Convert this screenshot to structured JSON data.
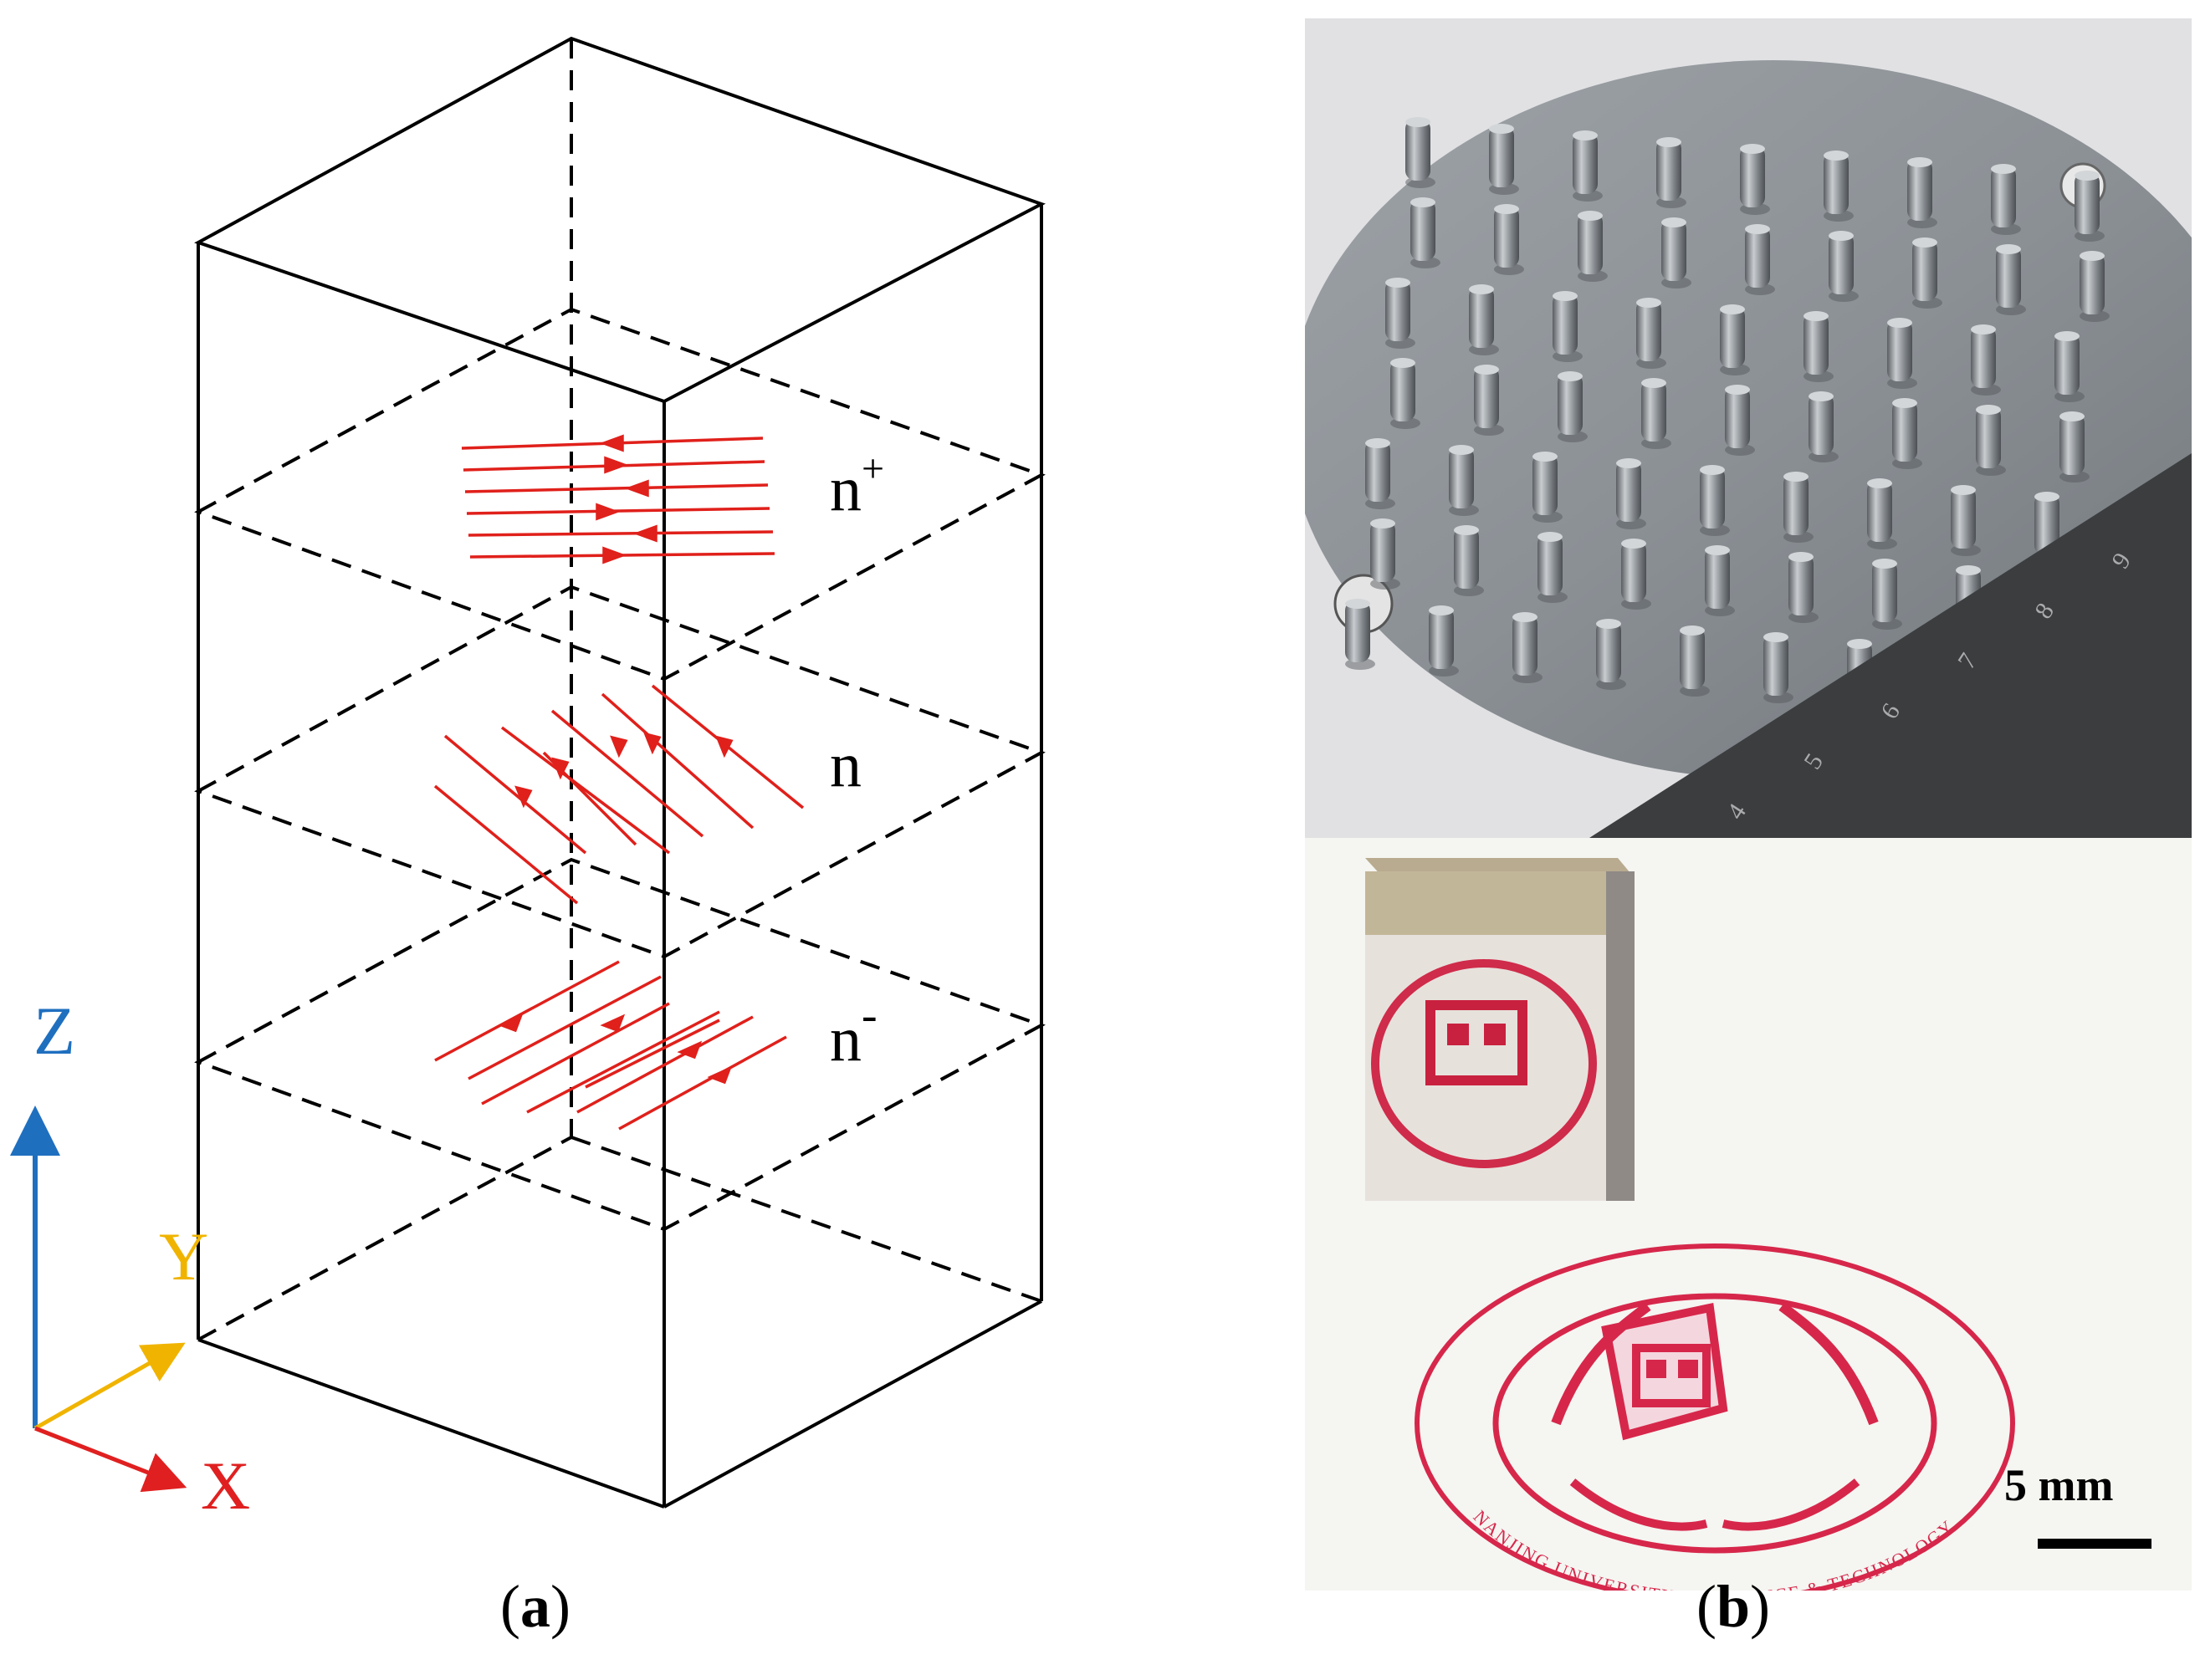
{
  "panel_a": {
    "caption_open": "(",
    "caption_letter": "a",
    "caption_close": ")",
    "layer_labels": [
      {
        "base": "n",
        "sup": "+"
      },
      {
        "base": "n",
        "sup": ""
      },
      {
        "base": "n",
        "sup": "-"
      }
    ],
    "axes": {
      "z": "Z",
      "y": "Y",
      "x": "X"
    },
    "colors": {
      "z": "#1f6fbf",
      "y": "#f0b400",
      "x": "#e02020",
      "field": "#e0201b",
      "frame": "#000000"
    }
  },
  "panel_b": {
    "caption_open": "(",
    "caption_letter": "b",
    "caption_close": ")",
    "scale_bar_label": "5 mm",
    "ruler_ticks": [
      "4",
      "5",
      "6",
      "7",
      "8",
      "9"
    ],
    "stamp_seal_text": "NANJING UNIVERSITY OF SCIENCE & TECHNOLOGY"
  }
}
